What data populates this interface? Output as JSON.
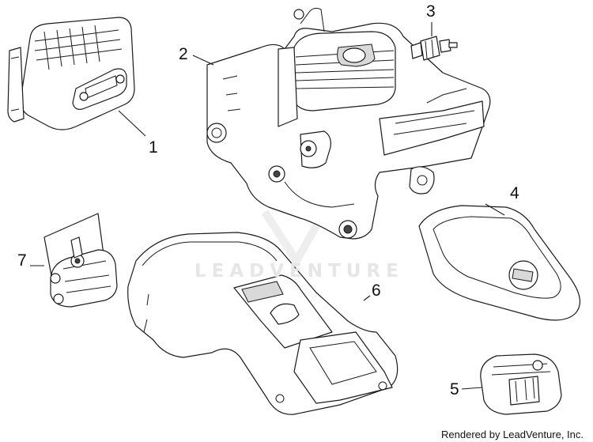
{
  "diagram": {
    "watermark": "LEADVENTURE",
    "footer": "Rendered by LeadVenture, Inc.",
    "callouts": [
      {
        "id": "1",
        "label": "1"
      },
      {
        "id": "2",
        "label": "2"
      },
      {
        "id": "3",
        "label": "3"
      },
      {
        "id": "4",
        "label": "4"
      },
      {
        "id": "5",
        "label": "5"
      },
      {
        "id": "6",
        "label": "6"
      },
      {
        "id": "7",
        "label": "7"
      }
    ]
  }
}
